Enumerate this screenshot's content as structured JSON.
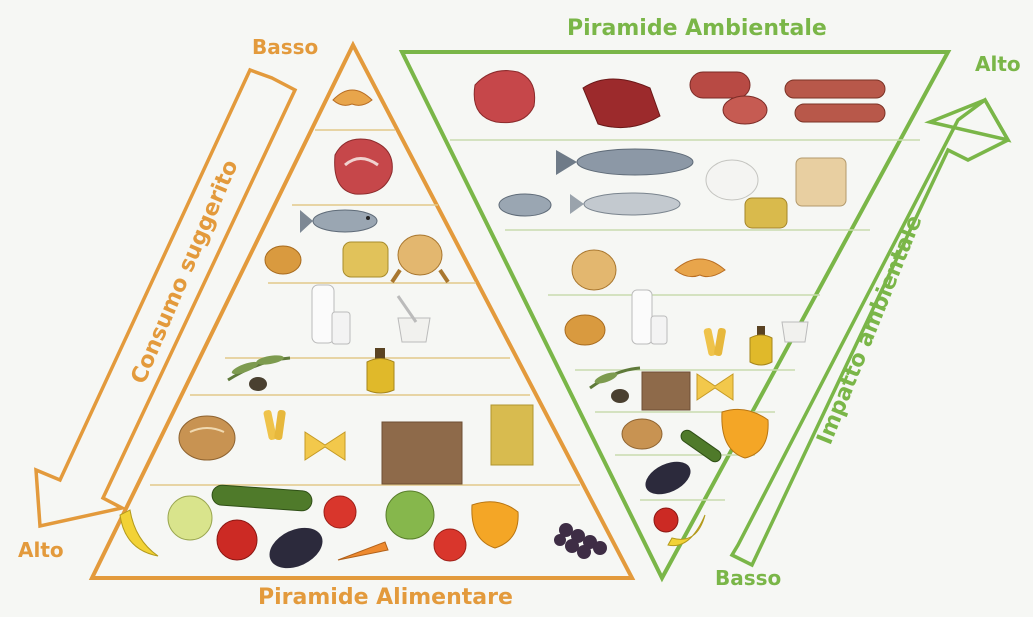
{
  "labels": {
    "left_top": "Basso",
    "left_bottom": "Alto",
    "left_arrow": "Consumo suggerito",
    "left_title": "Piramide Alimentare",
    "right_title": "Piramide Ambientale",
    "right_top": "Alto",
    "right_bottom": "Basso",
    "right_arrow": "Impatto ambientale"
  },
  "colors": {
    "food_pyramid": "#e39a3c",
    "environmental_pyramid": "#7ab648",
    "background": "#f6f7f4"
  },
  "food_pyramid_levels": [
    [
      "croissant-icon"
    ],
    [
      "red-meat-icon"
    ],
    [
      "fish-icon"
    ],
    [
      "bread-roll-icon",
      "cheese-icon",
      "chicken-icon"
    ],
    [
      "milk-icon",
      "yogurt-icon"
    ],
    [
      "olive-branch-icon",
      "olive-oil-icon"
    ],
    [
      "bread-icon",
      "pasta-icon",
      "farfalle-icon",
      "cereal-grains-icon",
      "semolina-icon"
    ],
    [
      "banana-icon",
      "cauliflower-icon",
      "apple-icon",
      "zucchini-icon",
      "eggplant-icon",
      "tomato-icon",
      "carrot-icon",
      "lettuce-icon",
      "pepper-icon",
      "grapes-icon"
    ]
  ],
  "environmental_pyramid_levels": [
    [
      "red-meat-icon",
      "beef-cut-icon",
      "salami-icon",
      "sausage-icon"
    ],
    [
      "fish-icon",
      "trout-icon",
      "mozzarella-icon",
      "cheese-icon"
    ],
    [
      "chicken-icon",
      "croissant-icon"
    ],
    [
      "bread-roll-icon",
      "milk-icon",
      "pasta-icon",
      "olive-oil-icon",
      "yogurt-icon"
    ],
    [
      "olive-branch-icon",
      "cereal-grains-icon",
      "farfalle-icon"
    ],
    [
      "bread-icon",
      "zucchini-icon",
      "pepper-icon"
    ],
    [
      "eggplant-icon"
    ],
    [
      "apple-icon",
      "banana-icon"
    ]
  ]
}
